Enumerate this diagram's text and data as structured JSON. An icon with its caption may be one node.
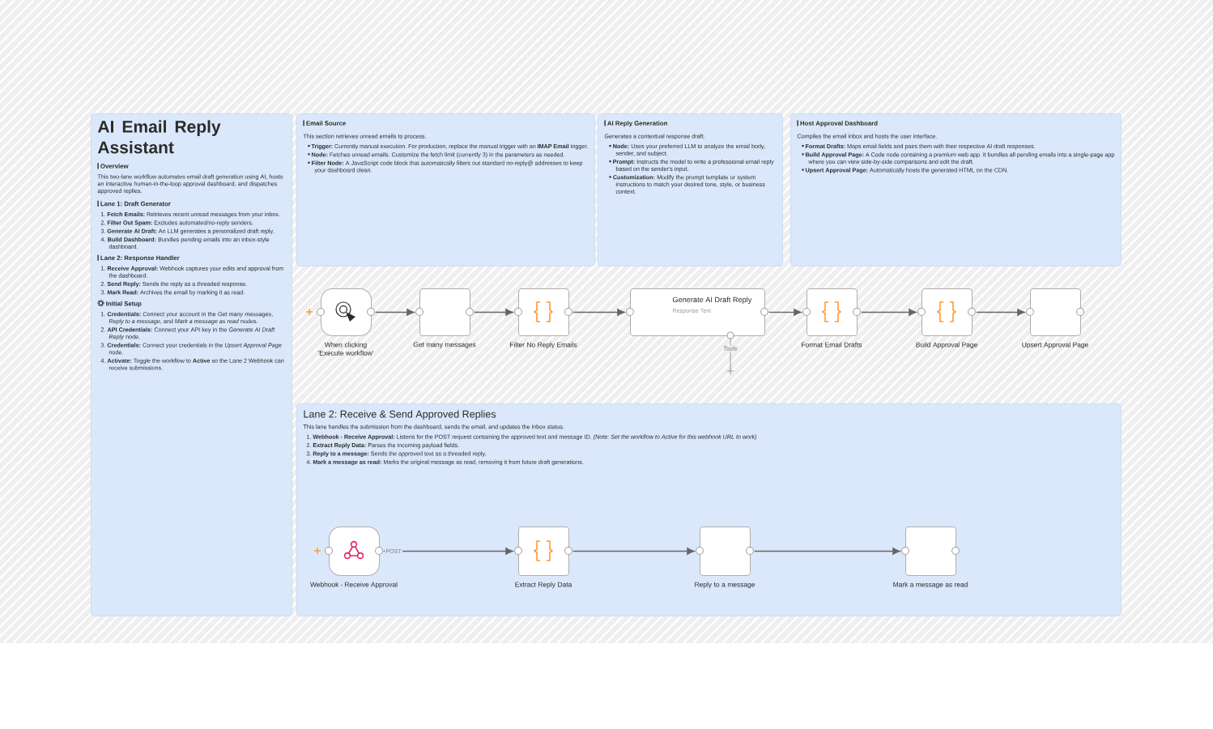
{
  "diagram": {
    "nodes": [
      {
        "text": [
          "AI Email Reply Assistant",
          "Overview",
          "This two-lane workflow automates email draft generation using AI, hosts an interactive human-in-the-loop approval dashboard, and dispatches approved replies.",
          "Lane 1: Draft Generator",
          "1. **Fetch Emails:** Retrieves recent unread messages from your inbox.",
          "2. **Filter Out Spam:** Excludes automated/no-reply senders.",
          "3. **Generate AI Draft:** An LLM generates a personalized draft reply.",
          "4. **Build Dashboard:** Bundles pending emails into an inbox-style dashboard.",
          "Lane 2: Response Handler",
          "1. **Receive Approval:** Webhook captures your edits and approval from the dashboard.",
          "2. **Send Reply:** Sends the reply as a threaded response.",
          "3. **Mark Read:** Archives the email by marking it as read.",
          "Initial Setup",
          "1. **Credentials:** Connect your account in the *Get many messages*, *Reply to a message*, and *Mark a message as read* nodes.",
          "2. **API Credentials:** Connect your API key in the *Generate AI Draft Reply* node.",
          "3. **Credentials:** Connect your credentials in the *Upsert Approval Page* node.",
          "4. **Activate:** Toggle the workflow to **Active** so the Lane 2 Webhook can receive submissions."
        ]
      },
      {
        "text": [
          "Email Source",
          "This section retrieves unread emails to process.",
          "**Trigger:** Currently manual execution. For production, replace the manual trigger with an **IMAP Email** trigger.",
          "**Node:** Fetches unread emails. Customize the fetch limit (currently 3) in the parameters as needed.",
          "**Filter Node:** A JavaScript code block that automatically filters out standard no-reply@ addresses to keep your dashboard clean."
        ]
      },
      {
        "text": [
          "AI Reply Generation",
          "Generates a contextual response draft.",
          "**Node:** Uses your preferred LLM to analyze the email body, sender, and subject.",
          "**Prompt:** Instructs the model to write a professional email reply based on the sender's input.",
          "**Customization:** Modify the prompt template or system instructions to match your desired tone, style, or business context."
        ]
      },
      {
        "text": [
          "Host Approval Dashboard",
          "Compiles the email inbox and hosts the user interface.",
          "**Format Drafts:** Maps email fields and pairs them with their respective AI draft responses.",
          "**Build Approval Page:** A Code node containing a premium web app. It bundles all pending emails into a single-page app where you can view side-by-side comparisons and edit the draft.",
          "**Upsert Approval Page:** Automatically hosts the generated HTML on the CDN."
        ]
      },
      {
        "text": [
          "Lane 2: Receive & Send Approved Replies",
          "This lane handles the submission from the dashboard, sends the email, and updates the inbox status.",
          "1. **Webhook - Receive Approval:** Listens for the POST request containing the approved text and message ID. *(Note: Set the workflow to Active for this webhook URL to work)*",
          "2. **Extract Reply Data:** Parses the incoming payload fields.",
          "3. **Reply to a message:** Sends the approved text as a threaded reply.",
          "4. **Mark a message as read:** Marks the original message as read, removing it from future draft generations."
        ]
      },
      {
        "text": [
          "When clicking 'Execute workflow'"
        ]
      },
      {
        "text": [
          "Get many messages"
        ]
      },
      {
        "text": [
          "Filter No Reply Emails"
        ]
      },
      {
        "text": [
          "Generate AI Draft Reply",
          "Response Text"
        ]
      },
      {
        "text": [
          "Format Email Drafts"
        ]
      },
      {
        "text": [
          "Build Approval Page"
        ]
      },
      {
        "text": [
          "Upsert Approval Page"
        ]
      },
      {
        "text": [
          "Webhook - Receive Approval"
        ],
        "in": 4
      },
      {
        "text": [
          "Extract Reply Data"
        ],
        "in": 4
      },
      {
        "text": [
          "Reply to a message"
        ],
        "in": 4
      },
      {
        "text": [
          "Mark a message as read"
        ],
        "in": 4
      }
    ],
    "edges": [
      {
        "from": 5,
        "to": 6,
        "arrow": "to"
      },
      {
        "from": 6,
        "to": 7,
        "arrow": "to"
      },
      {
        "from": 7,
        "to": 8,
        "arrow": "to"
      },
      {
        "from": 8,
        "to": 9,
        "arrow": "to"
      },
      {
        "from": 9,
        "to": 10,
        "arrow": "to"
      },
      {
        "from": 10,
        "to": 11,
        "arrow": "to"
      },
      {
        "from": 12,
        "to": 13,
        "arrow": "to",
        "label": "POST"
      },
      {
        "from": 13,
        "to": 14,
        "arrow": "to"
      },
      {
        "from": 14,
        "to": 15,
        "arrow": "to"
      }
    ],
    "labels": [
      "Tools"
    ]
  }
}
